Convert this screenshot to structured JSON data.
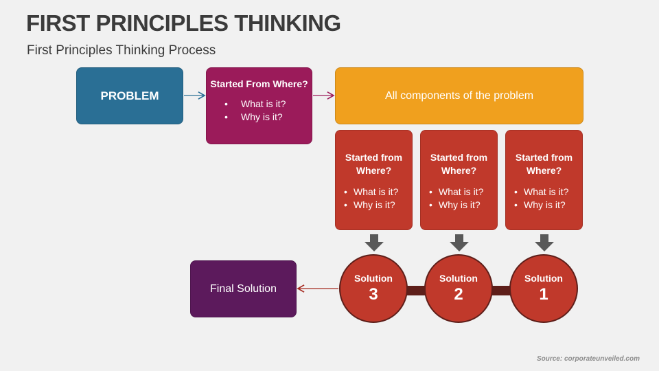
{
  "header": {
    "title": "FIRST PRINCIPLES THINKING",
    "subtitle": "First Principles Thinking Process"
  },
  "diagram": {
    "problem": "PROBLEM",
    "started_top": {
      "title": "Started From Where?",
      "bullets": [
        "What is it?",
        "Why is it?"
      ]
    },
    "all_components": "All components of the problem",
    "cards": [
      {
        "title": "Started from Where?",
        "bullets": [
          "What is it?",
          "Why is it?"
        ]
      },
      {
        "title": "Started from Where?",
        "bullets": [
          "What is it?",
          "Why is it?"
        ]
      },
      {
        "title": "Started from Where?",
        "bullets": [
          "What is it?",
          "Why is it?"
        ]
      }
    ],
    "solutions": [
      {
        "label": "Solution",
        "number": "3"
      },
      {
        "label": "Solution",
        "number": "2"
      },
      {
        "label": "Solution",
        "number": "1"
      }
    ],
    "final_solution": "Final Solution"
  },
  "footer": {
    "source": "Source: corporateunveiled.com"
  },
  "colors": {
    "problem": "#2a6f95",
    "started_top": "#9b1b5a",
    "all_components": "#f0a01e",
    "card": "#c0392b",
    "circle_border": "#5e1f1a",
    "final": "#5c1a5c",
    "arrow_gray": "#595959"
  }
}
